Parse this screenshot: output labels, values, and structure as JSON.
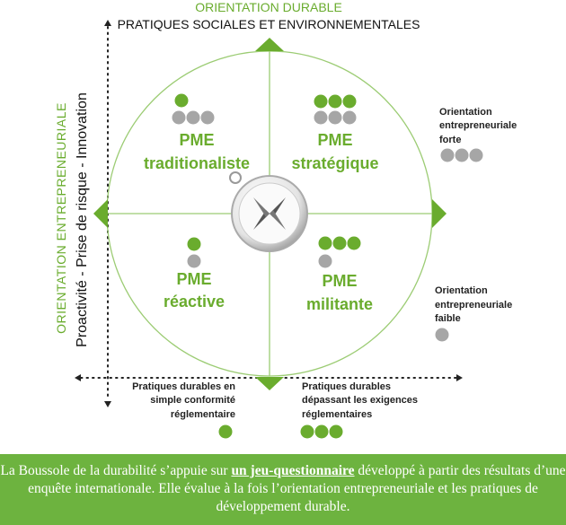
{
  "axes": {
    "top_title": "ORIENTATION DURABLE",
    "top_subtitle": "PRATIQUES SOCIALES ET ENVIRONNEMENTALES",
    "left_title": "ORIENTATION ENTREPRENEURIALE",
    "left_subtitle": "Proactivité - Prise de risque - Innovation"
  },
  "quadrants": [
    {
      "line1": "PME",
      "line2": "traditionaliste"
    },
    {
      "line1": "PME",
      "line2": "stratégique"
    },
    {
      "line1": "PME",
      "line2": "réactive"
    },
    {
      "line1": "PME",
      "line2": "militante"
    }
  ],
  "legend_right": {
    "strong": [
      "Orientation",
      "entrepreneuriale",
      "forte"
    ],
    "weak": [
      "Orientation",
      "entrepreneuriale",
      "faible"
    ]
  },
  "legend_bottom": {
    "left": [
      "Pratiques durables en",
      "simple conformité",
      "réglementaire"
    ],
    "right": [
      "Pratiques durables",
      "dépassant les exigences",
      "réglementaires"
    ]
  },
  "footer": {
    "before": "La Boussole de la durabilité s’appuie sur ",
    "link": "un jeu-questionnaire",
    "after": " développé à partir des résultats d’une enquête internationale. Elle évalue à la fois l’orientation entrepreneuriale et les pratiques de développement durable."
  },
  "colors": {
    "green": "#6aac2e",
    "gray": "#a6a6a6",
    "footer_bg": "#6db33f"
  }
}
